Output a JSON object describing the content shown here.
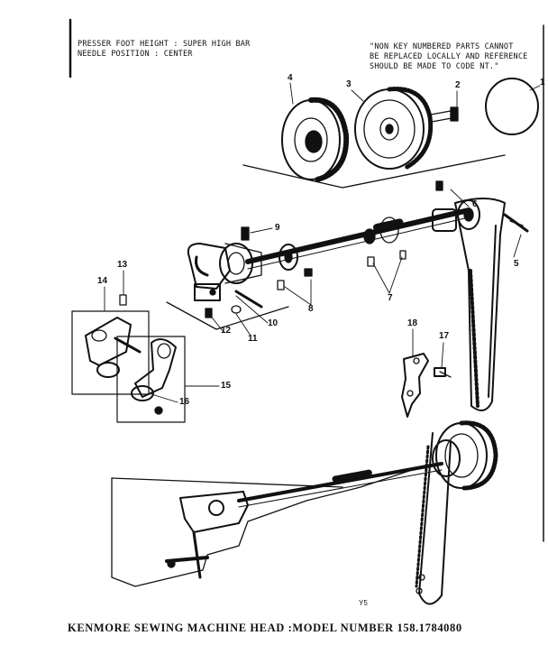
{
  "notes": {
    "presser_foot": "PRESSER FOOT HEIGHT : SUPER HIGH BAR",
    "needle_position": "NEEDLE POSITION : CENTER",
    "non_key_line1": "\"NON KEY NUMBERED PARTS CANNOT",
    "non_key_line2": "BE REPLACED LOCALLY AND REFERENCE",
    "non_key_line3": "SHOULD BE MADE TO CODE NT.\""
  },
  "callouts": {
    "c1": "1",
    "c2": "2",
    "c3": "3",
    "c4": "4",
    "c5": "5",
    "c6": "6",
    "c7": "7",
    "c8": "8",
    "c9": "9",
    "c10": "10",
    "c11": "11",
    "c12": "12",
    "c13": "13",
    "c14": "14",
    "c15": "15",
    "c16": "16",
    "c17": "17",
    "c18": "18"
  },
  "page_marker": "Y5",
  "title": "KENMORE SEWING MACHINE HEAD :MODEL NUMBER 158.1784080"
}
